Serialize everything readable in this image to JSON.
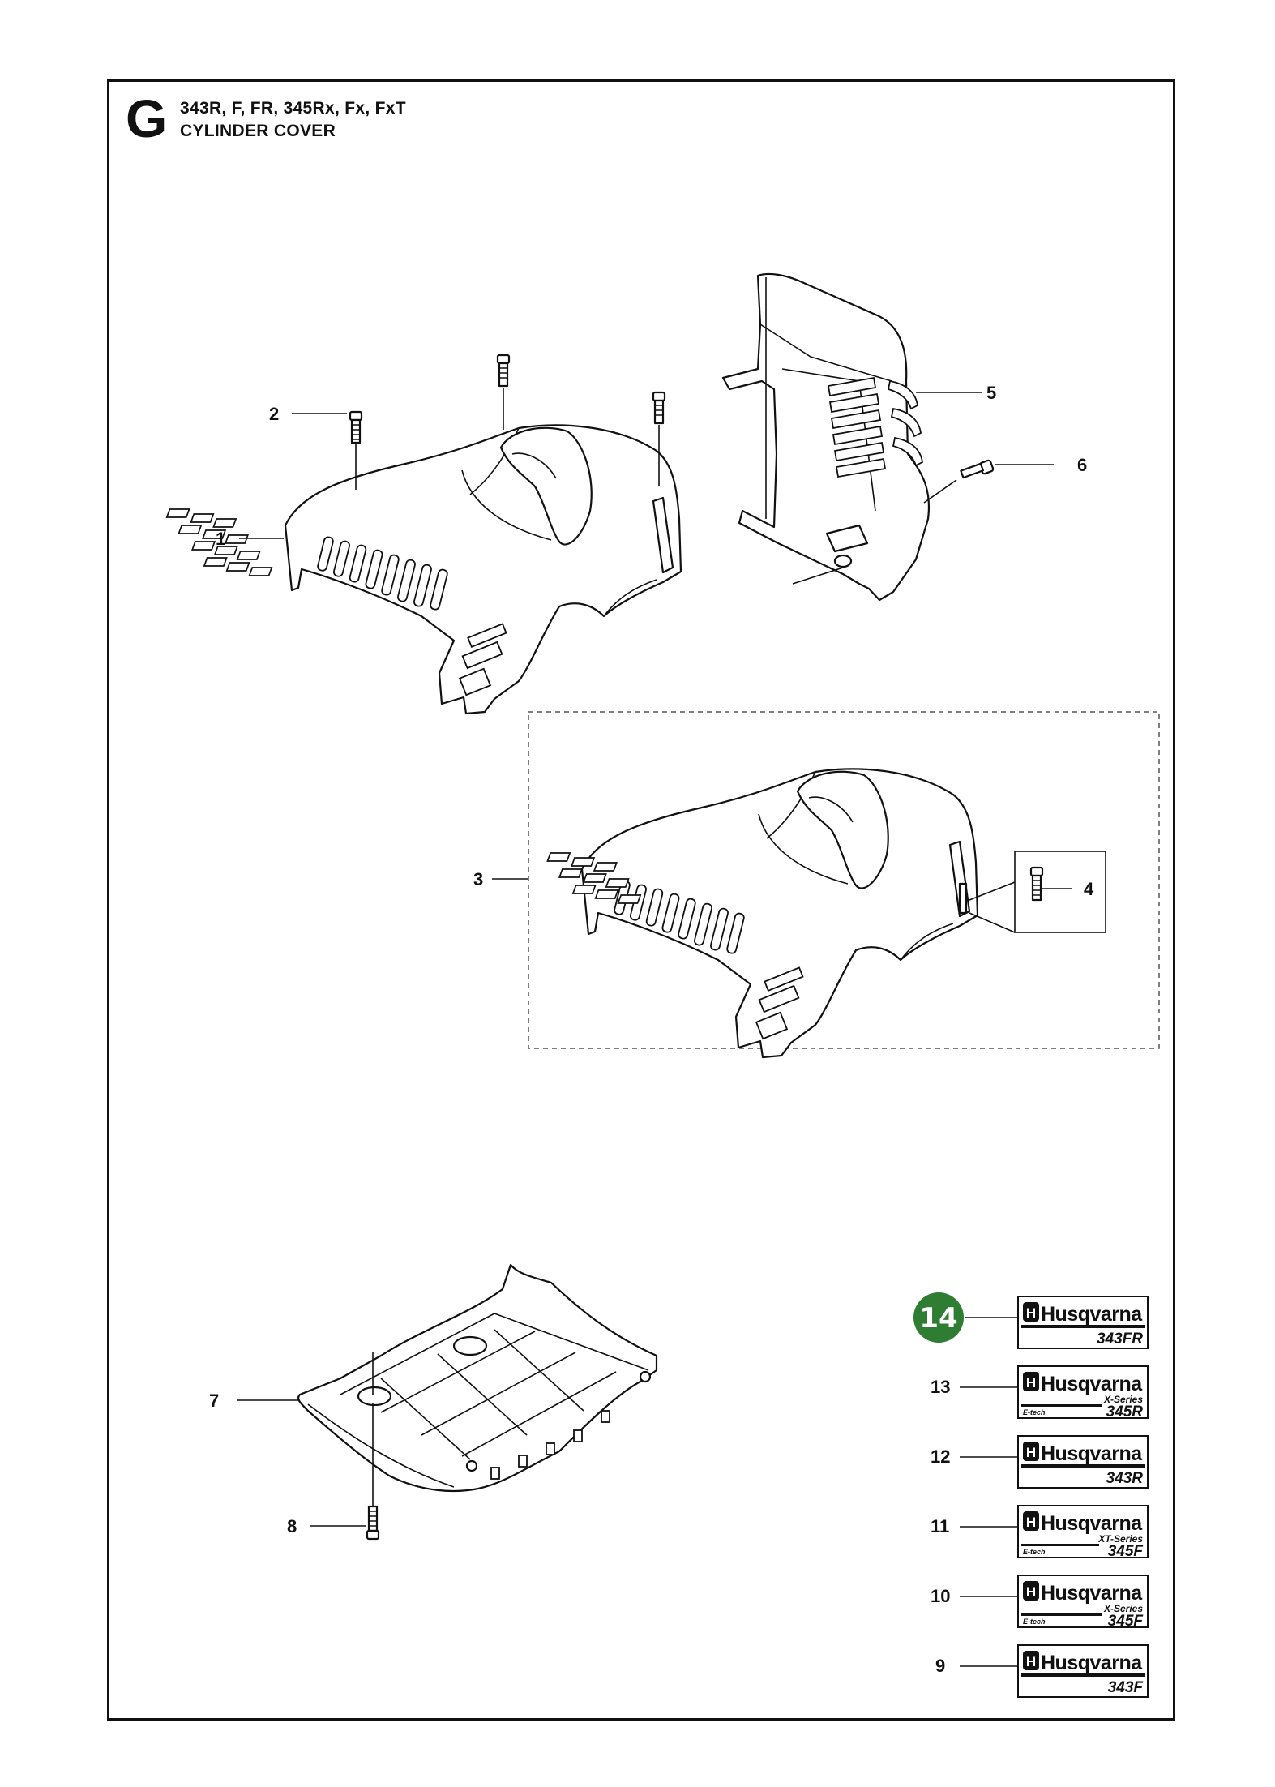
{
  "header": {
    "section_letter": "G",
    "models": "343R, F, FR, 345Rx, Fx, FxT",
    "title": "CYLINDER COVER"
  },
  "callouts": [
    "1",
    "2",
    "3",
    "4",
    "5",
    "6",
    "7",
    "8",
    "9",
    "10",
    "11",
    "12",
    "13"
  ],
  "highlight": {
    "label": "14",
    "color": "#2e7d32"
  },
  "decals": [
    {
      "callout": "14",
      "brand": "Husqvarna",
      "series": "",
      "etech": "",
      "model": "343FR"
    },
    {
      "callout": "13",
      "brand": "Husqvarna",
      "series": "X-Series",
      "etech": "E-tech",
      "model": "345R"
    },
    {
      "callout": "12",
      "brand": "Husqvarna",
      "series": "",
      "etech": "",
      "model": "343R"
    },
    {
      "callout": "11",
      "brand": "Husqvarna",
      "series": "XT-Series",
      "etech": "E-tech",
      "model": "345F"
    },
    {
      "callout": "10",
      "brand": "Husqvarna",
      "series": "X-Series",
      "etech": "E-tech",
      "model": "345F"
    },
    {
      "callout": "9",
      "brand": "Husqvarna",
      "series": "",
      "etech": "",
      "model": "343F"
    }
  ]
}
